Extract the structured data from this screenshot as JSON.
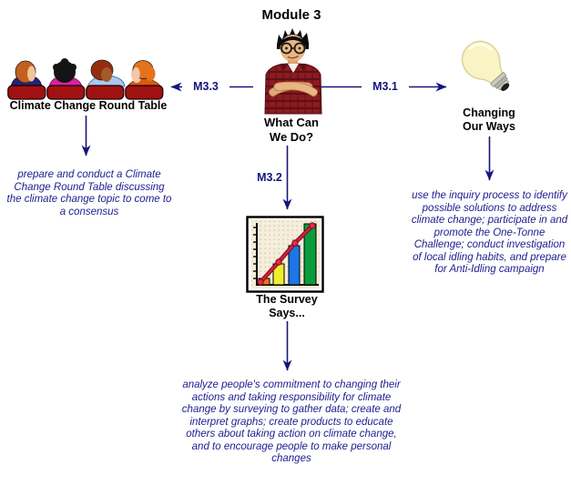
{
  "diagram": {
    "module_title": "Module 3",
    "center_node": {
      "label": "What Can\nWe Do?",
      "icon": "student-arms-crossed-photo"
    },
    "connector_labels": {
      "m31": "M3.1",
      "m32": "M3.2",
      "m33": "M3.3"
    },
    "nodes": {
      "round_table": {
        "label": "Climate Change Round Table",
        "icon": "round-table-people",
        "description": "prepare and conduct a Climate Change Round Table discussing the climate change topic to come to a consensus"
      },
      "changing_ways": {
        "label": "Changing\nOur Ways",
        "icon": "light-bulb",
        "description": "use the inquiry process to identify possible solutions to address climate change; participate in and promote the One-Tonne Challenge; conduct investigation of local idling habits, and prepare for Anti-Idling campaign"
      },
      "survey": {
        "label": "The Survey\nSays...",
        "icon": "bar-graph",
        "description": "analyze people's commitment to changing their actions and taking responsibility for climate change by surveying to gather data; create and interpret graphs; create products to educate others about taking action on climate change, and to encourage people to make personal changes"
      }
    },
    "colors": {
      "connector": "#15157f",
      "description_text": "#1c1c8f",
      "label_text": "#000000",
      "chair_red": "#a01212",
      "bulb_yellow": "#faf3c4",
      "bar_orange": "#ee7712",
      "bar_yellow": "#eeee2e",
      "bar_blue": "#1b76e8",
      "bar_green": "#0a9c3c",
      "trend_line_red": "#d01e3c"
    }
  }
}
